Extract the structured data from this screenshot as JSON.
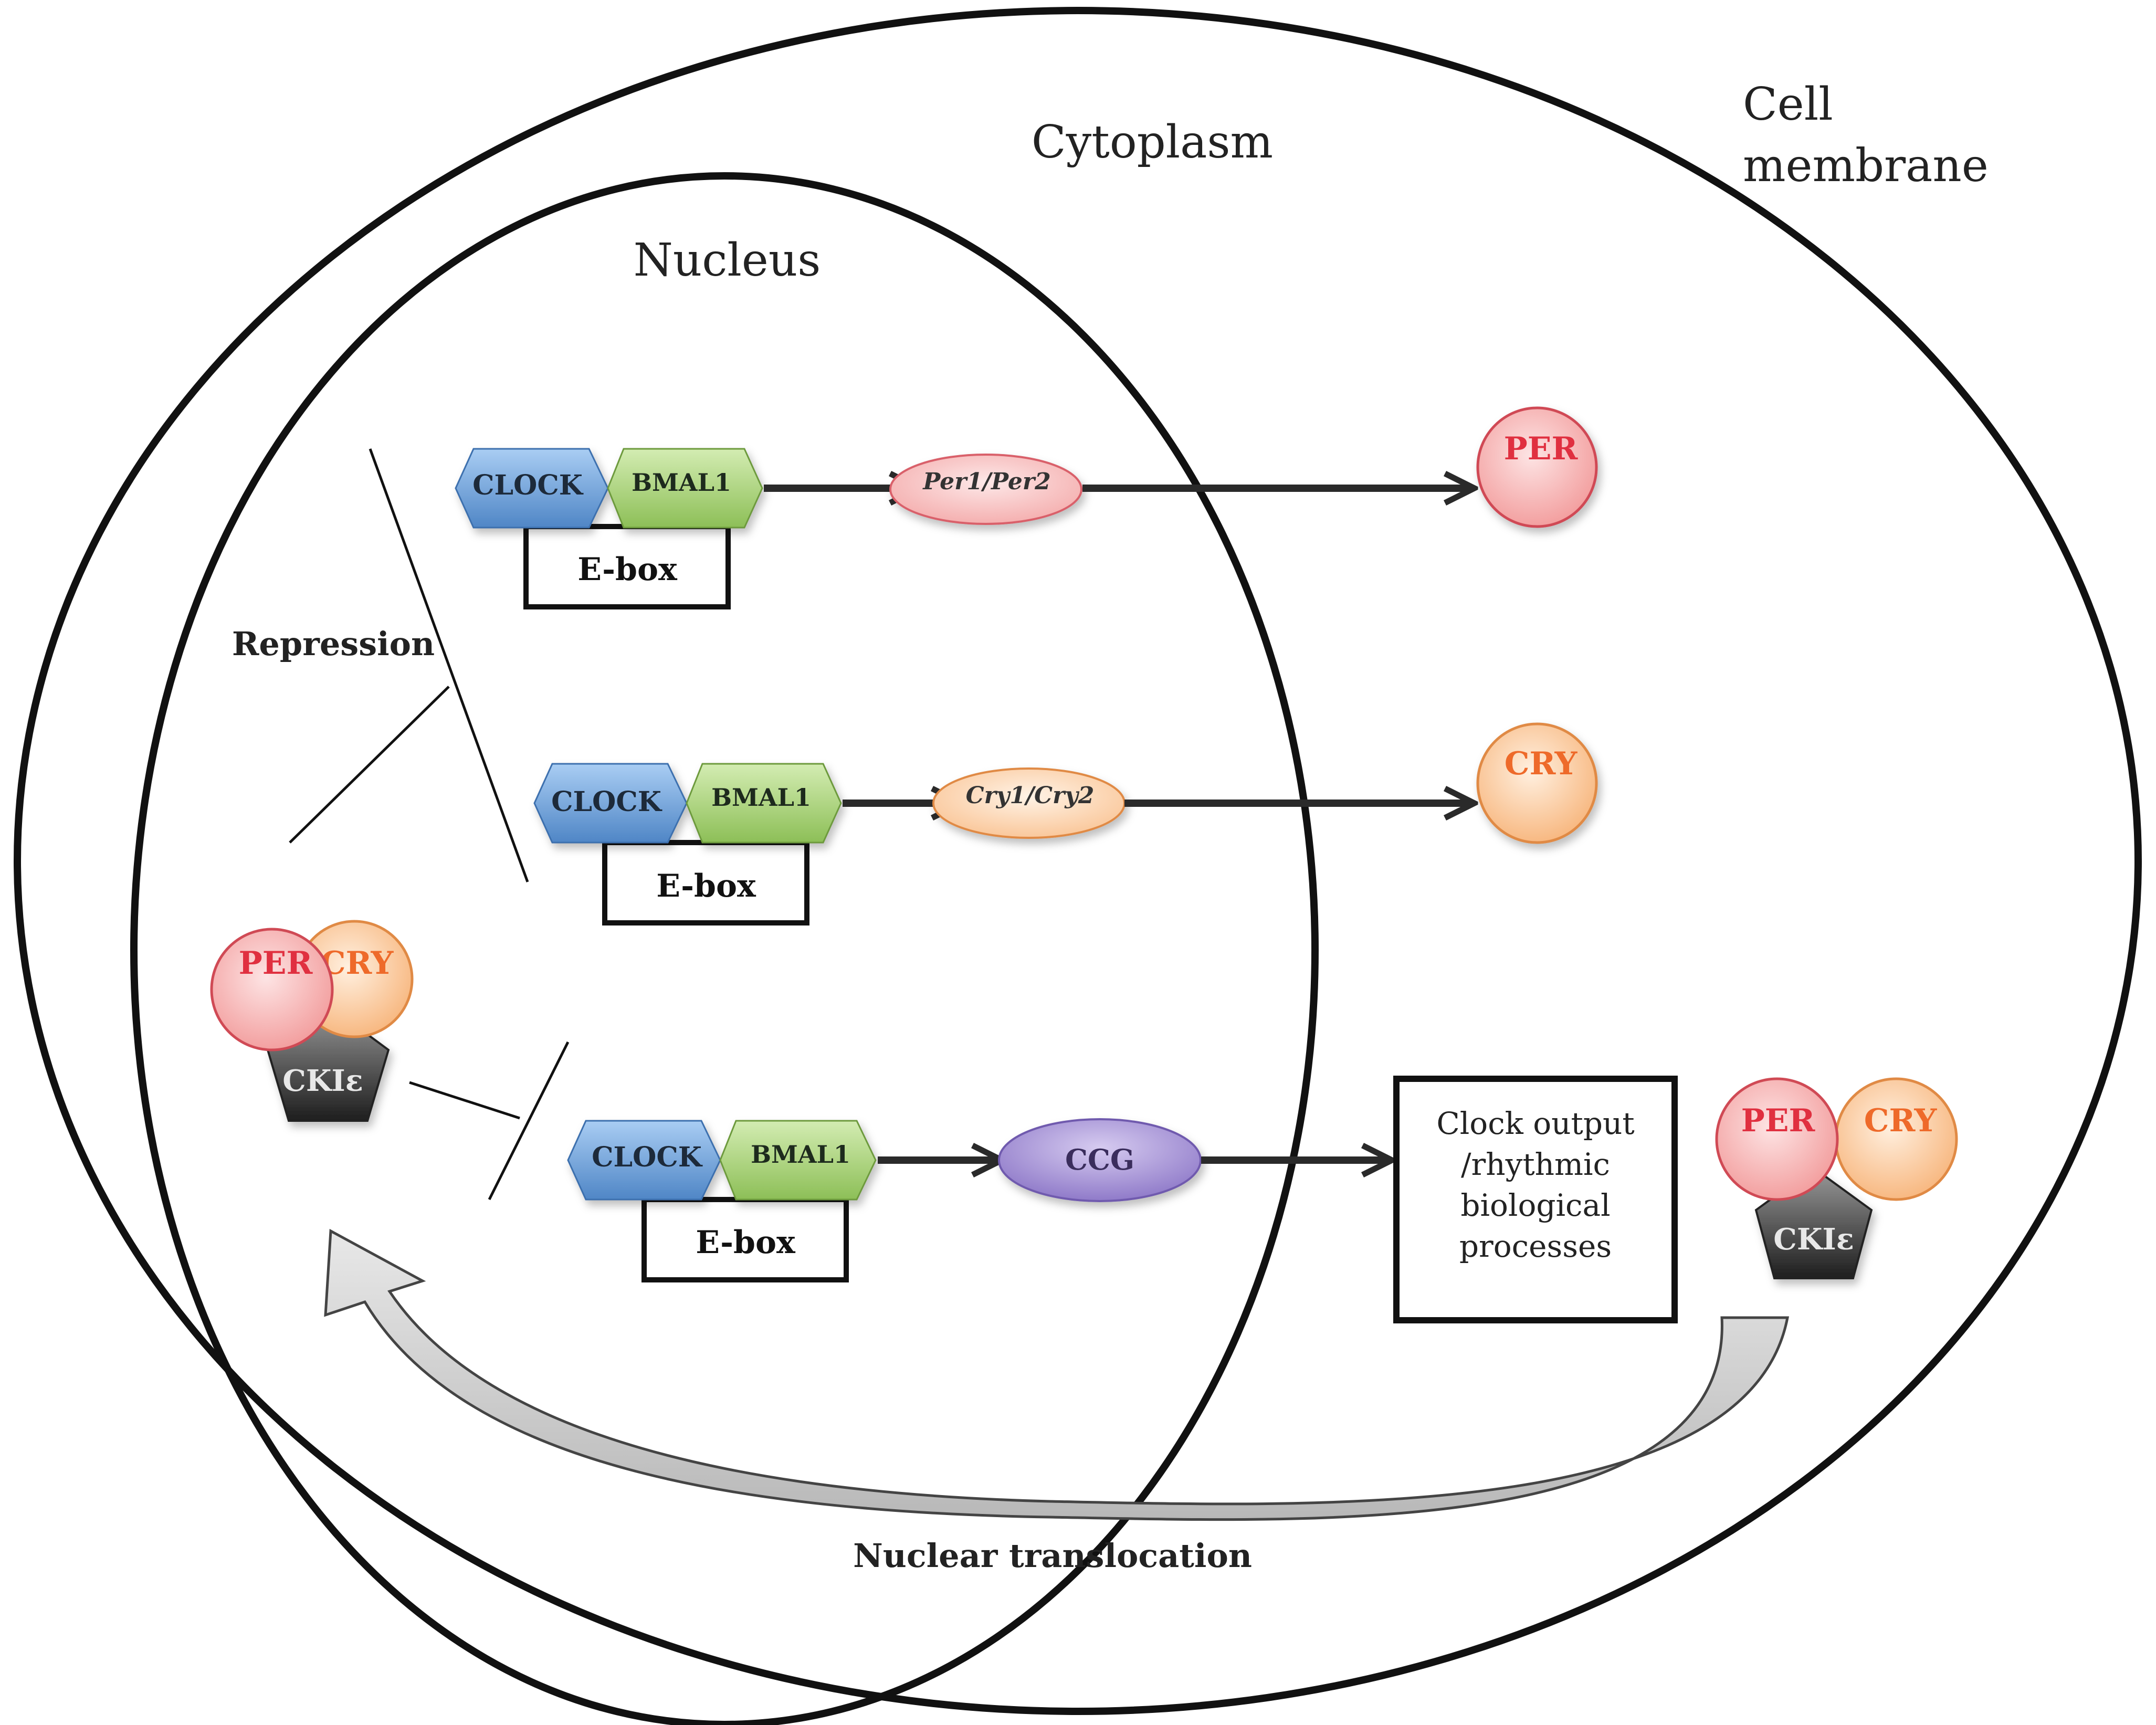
{
  "regions": {
    "cytoplasm": "Cytoplasm",
    "cell_membrane_line1": "Cell",
    "cell_membrane_line2": "membrane",
    "nucleus": "Nucleus"
  },
  "labels": {
    "repression": "Repression",
    "nuclear_translocation": "Nuclear translocation"
  },
  "rows": [
    {
      "clock": "CLOCK",
      "bmal": "BMAL1",
      "ebox": "E-box",
      "target": "Per1/Per2",
      "target_color": "#f4b6b6",
      "product": "PER",
      "product_color": "#e03040",
      "product_fill": "#f6b8b8"
    },
    {
      "clock": "CLOCK",
      "bmal": "BMAL1",
      "ebox": "E-box",
      "target": "Cry1/Cry2",
      "target_color": "#fbd2a8",
      "product": "CRY",
      "product_color": "#ee6a2a",
      "product_fill": "#fbcfa2"
    },
    {
      "clock": "CLOCK",
      "bmal": "BMAL1",
      "ebox": "E-box",
      "target": "CCG",
      "target_color": "#a996d6"
    }
  ],
  "output": {
    "line1": "Clock output",
    "line2": "/rhythmic",
    "line3": "biological",
    "line4": "processes"
  },
  "complex_left": {
    "per": "PER",
    "cry": "CRY",
    "ck": "CKIε"
  },
  "complex_right": {
    "per": "PER",
    "cry": "CRY",
    "ck": "CKIε"
  },
  "colors": {
    "clock_fill": "#6a9fd8",
    "bmal_fill": "#a6cf74",
    "per_text": "#e03040",
    "cry_text": "#ee6a2a",
    "ck_fill": "#3c3c3c",
    "translocation_arrow": "#cccccc"
  }
}
